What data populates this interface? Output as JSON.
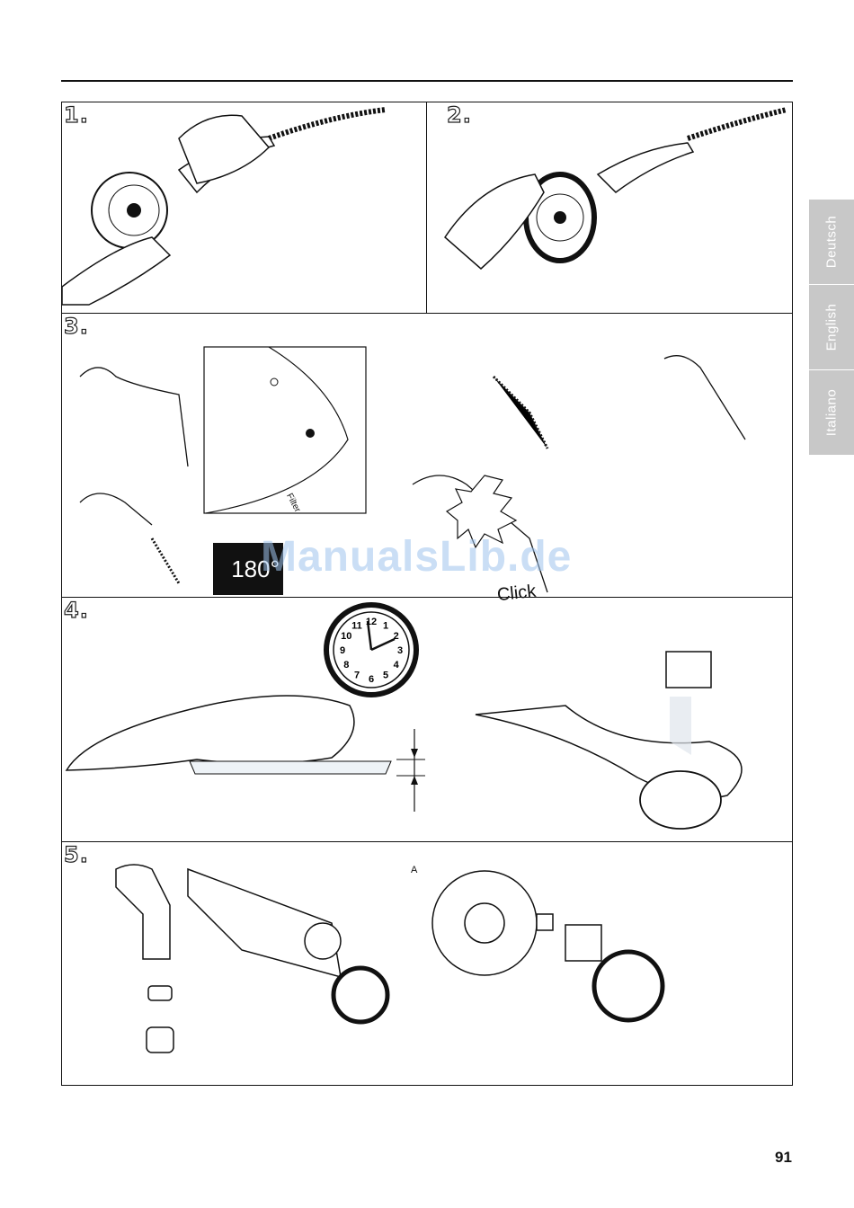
{
  "steps": [
    "1.",
    "2.",
    "3.",
    "4.",
    "5."
  ],
  "languages": [
    "Deutsch",
    "English",
    "Italiano"
  ],
  "badge_text": "180°",
  "filter_label": "Filter",
  "click_text": "Click",
  "dimension_label": "A",
  "clock_numbers": [
    "12",
    "1",
    "2",
    "3",
    "4",
    "5",
    "6",
    "7",
    "8",
    "9",
    "10",
    "11"
  ],
  "watermark": "ManualsLib.de",
  "page_number": "91",
  "colors": {
    "line": "#111111",
    "tab_bg": "#c8c8c8",
    "watermark": "#9fc4ee"
  }
}
